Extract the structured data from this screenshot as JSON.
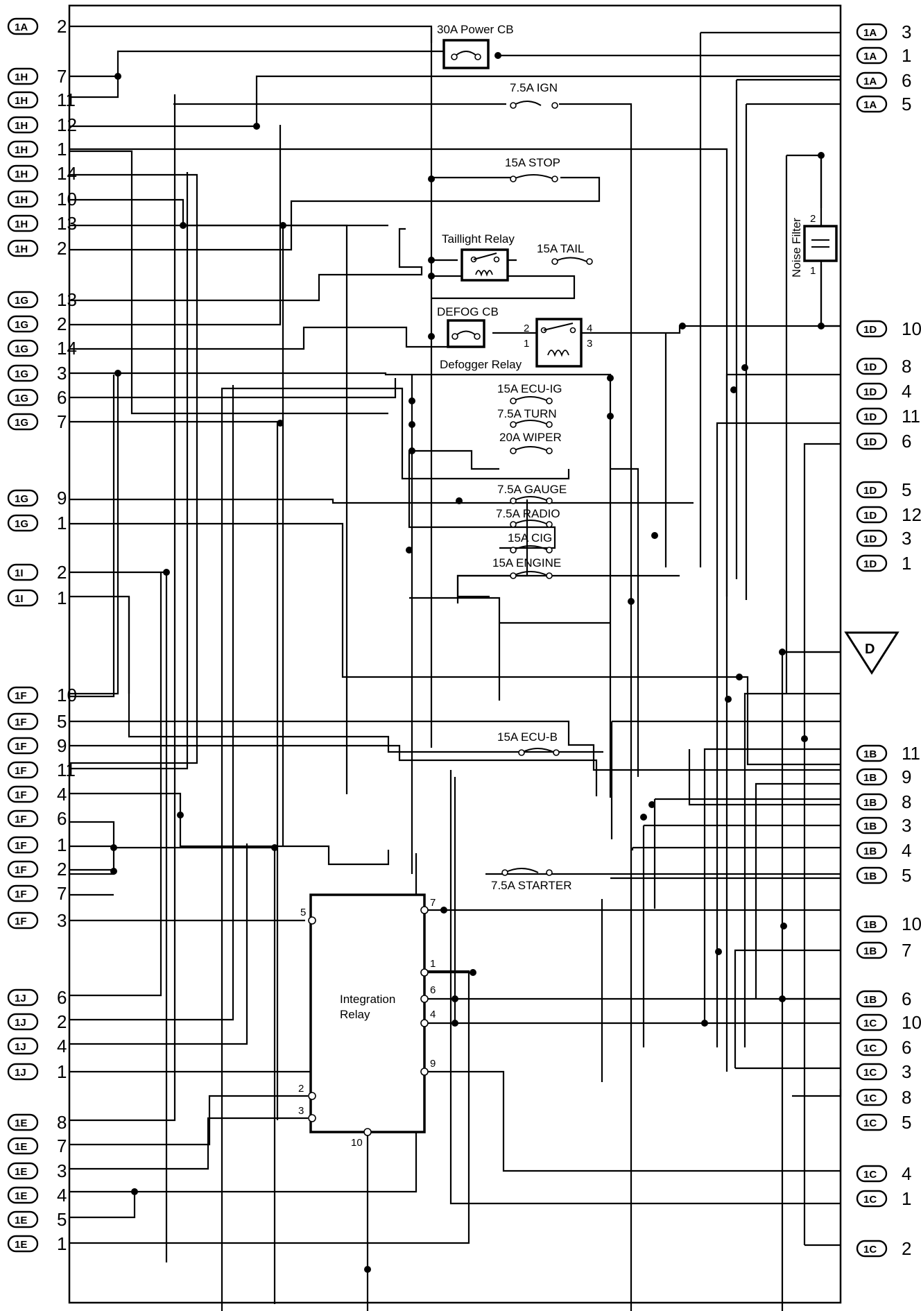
{
  "components": {
    "power_cb": "30A Power CB",
    "ign": "7.5A IGN",
    "stop": "15A STOP",
    "taillight_relay": "Taillight Relay",
    "tail": "15A TAIL",
    "defog_cb": "DEFOG CB",
    "defogger_relay": "Defogger Relay",
    "ecu_ig": "15A ECU-IG",
    "turn": "7.5A TURN",
    "wiper": "20A WIPER",
    "gauge": "7.5A GAUGE",
    "radio": "7.5A RADIO",
    "cig": "15A CIG",
    "engine": "15A ENGINE",
    "ecu_b": "15A ECU-B",
    "starter": "7.5A STARTER",
    "integration_relay_l1": "Integration",
    "integration_relay_l2": "Relay",
    "noise_filter": "Noise Filter",
    "ground_symbol": "D"
  },
  "relay_pins": {
    "defog": [
      "2",
      "1",
      "4",
      "3"
    ],
    "integration": [
      "5",
      "7",
      "1",
      "6",
      "4",
      "9",
      "2",
      "3",
      "10"
    ],
    "noise_filter": [
      "2",
      "1"
    ]
  },
  "left_connectors": [
    {
      "code": "1A",
      "pin": "2"
    },
    {
      "code": "1H",
      "pin": "7"
    },
    {
      "code": "1H",
      "pin": "11"
    },
    {
      "code": "1H",
      "pin": "12"
    },
    {
      "code": "1H",
      "pin": "1"
    },
    {
      "code": "1H",
      "pin": "14"
    },
    {
      "code": "1H",
      "pin": "10"
    },
    {
      "code": "1H",
      "pin": "13"
    },
    {
      "code": "1H",
      "pin": "2"
    },
    {
      "code": "1G",
      "pin": "13"
    },
    {
      "code": "1G",
      "pin": "2"
    },
    {
      "code": "1G",
      "pin": "14"
    },
    {
      "code": "1G",
      "pin": "3"
    },
    {
      "code": "1G",
      "pin": "6"
    },
    {
      "code": "1G",
      "pin": "7"
    },
    {
      "code": "1G",
      "pin": "9"
    },
    {
      "code": "1G",
      "pin": "1"
    },
    {
      "code": "1I",
      "pin": "2"
    },
    {
      "code": "1I",
      "pin": "1"
    },
    {
      "code": "1F",
      "pin": "10"
    },
    {
      "code": "1F",
      "pin": "5"
    },
    {
      "code": "1F",
      "pin": "9"
    },
    {
      "code": "1F",
      "pin": "11"
    },
    {
      "code": "1F",
      "pin": "4"
    },
    {
      "code": "1F",
      "pin": "6"
    },
    {
      "code": "1F",
      "pin": "1"
    },
    {
      "code": "1F",
      "pin": "2"
    },
    {
      "code": "1F",
      "pin": "7"
    },
    {
      "code": "1F",
      "pin": "3"
    },
    {
      "code": "1J",
      "pin": "6"
    },
    {
      "code": "1J",
      "pin": "2"
    },
    {
      "code": "1J",
      "pin": "4"
    },
    {
      "code": "1J",
      "pin": "1"
    },
    {
      "code": "1E",
      "pin": "8"
    },
    {
      "code": "1E",
      "pin": "7"
    },
    {
      "code": "1E",
      "pin": "3"
    },
    {
      "code": "1E",
      "pin": "4"
    },
    {
      "code": "1E",
      "pin": "5"
    },
    {
      "code": "1E",
      "pin": "1"
    }
  ],
  "right_connectors": [
    {
      "code": "1A",
      "pin": "3"
    },
    {
      "code": "1A",
      "pin": "1"
    },
    {
      "code": "1A",
      "pin": "6"
    },
    {
      "code": "1A",
      "pin": "5"
    },
    {
      "code": "1D",
      "pin": "10"
    },
    {
      "code": "1D",
      "pin": "8"
    },
    {
      "code": "1D",
      "pin": "4"
    },
    {
      "code": "1D",
      "pin": "11"
    },
    {
      "code": "1D",
      "pin": "6"
    },
    {
      "code": "1D",
      "pin": "5"
    },
    {
      "code": "1D",
      "pin": "12"
    },
    {
      "code": "1D",
      "pin": "3"
    },
    {
      "code": "1D",
      "pin": "1"
    },
    {
      "code": "1B",
      "pin": "11"
    },
    {
      "code": "1B",
      "pin": "9"
    },
    {
      "code": "1B",
      "pin": "8"
    },
    {
      "code": "1B",
      "pin": "3"
    },
    {
      "code": "1B",
      "pin": "4"
    },
    {
      "code": "1B",
      "pin": "5"
    },
    {
      "code": "1B",
      "pin": "10"
    },
    {
      "code": "1B",
      "pin": "7"
    },
    {
      "code": "1B",
      "pin": "6"
    },
    {
      "code": "1C",
      "pin": "10"
    },
    {
      "code": "1C",
      "pin": "6"
    },
    {
      "code": "1C",
      "pin": "3"
    },
    {
      "code": "1C",
      "pin": "8"
    },
    {
      "code": "1C",
      "pin": "5"
    },
    {
      "code": "1C",
      "pin": "4"
    },
    {
      "code": "1C",
      "pin": "1"
    },
    {
      "code": "1C",
      "pin": "2"
    }
  ]
}
